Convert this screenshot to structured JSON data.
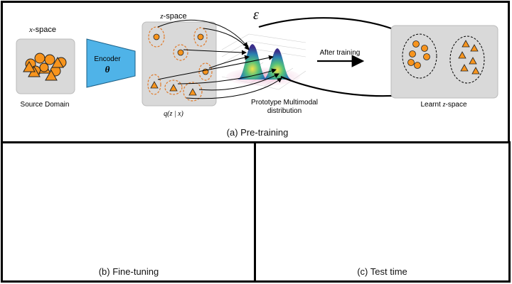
{
  "colors": {
    "particle_fill": "#f7941d",
    "particle_stroke": "#222222",
    "encoder_fill": "#4fb3e8",
    "box_fill": "#d9d9d9",
    "ellipse_stroke": "#e07a2a",
    "frame": "#000000"
  },
  "panel_a": {
    "caption": "(a) Pre-training",
    "x_space_var": "x",
    "x_space_suffix": "-space",
    "source_domain": "Source Domain",
    "encoder_label": "Encoder",
    "encoder_param": "θ",
    "z_space_var": "z",
    "z_space_suffix": "-space",
    "posterior_label": "q(z | x)",
    "prototype_line1": "Prototype Multimodal",
    "prototype_line2": "distribution",
    "epsilon_symbol": "ε",
    "after_training": "After training",
    "learnt_prefix": "Learnt ",
    "learnt_var": "z",
    "learnt_suffix": "-space"
  },
  "panel_b": {
    "caption": "(b) Fine-tuning"
  },
  "panel_c": {
    "caption": "(c) Test time"
  }
}
